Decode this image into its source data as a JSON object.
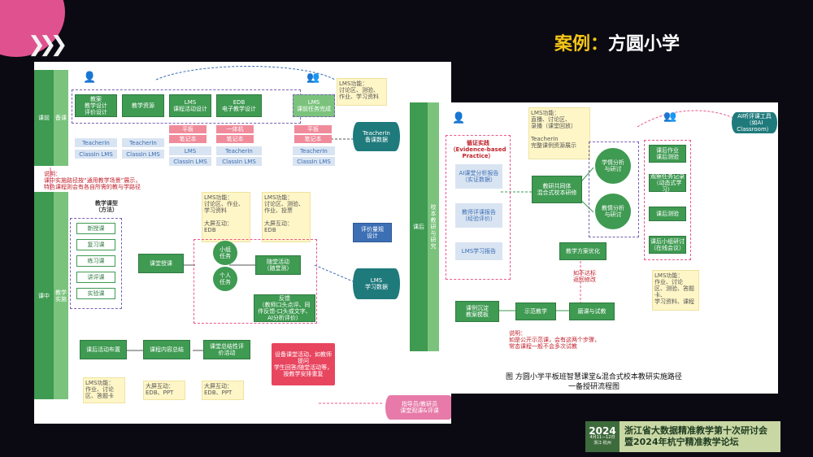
{
  "slide": {
    "title_prefix": "案例：",
    "title_main": "方圆小学"
  },
  "left_diagram": {
    "band_top_label": "课前",
    "band_top_sub": "备课",
    "band_mid_label": "课中",
    "band_mid_sub": "教学实施",
    "top_boxes": [
      "教案\n教学设计\n评价设计",
      "教学资源",
      "LMS\n课程活动设计",
      "EDB\n电子教学设计",
      "LMS\n课前任务完成"
    ],
    "top_note": "LMS功能：\n讨论区、测验、\n作业、学习资料",
    "pink_tags": [
      "平板",
      "笔记本",
      "一体机",
      "笔记本",
      "平板",
      "笔记本"
    ],
    "tool_rows": [
      [
        "TeacherIn",
        "TeacherIn",
        "LMS",
        "TeacherIn",
        "TeacherIn"
      ],
      [
        "ClassIn LMS",
        "ClassIn LMS",
        "ClassIn LMS",
        "ClassIn LMS",
        "ClassIn LMS"
      ]
    ],
    "teacherin_cyl": "TeacherIn\n备课数据",
    "explain": "说明：\n课中实施路径按“通用教学场景”展示，\n特色课程则会有各自所需的教与学路径",
    "lesson_type_title": "教学课型\n（方法）",
    "lesson_types": [
      "新授课",
      "复习课",
      "练习课",
      "讲评课",
      "实验课"
    ],
    "teaching_box": "课堂授课",
    "group_task": "小组\n任务",
    "individual_task": "个人\n任务",
    "quiz_box": "随堂活动\n（随堂测）",
    "feedback_box": "反馈\n（教师口头点评、同\n伴反馈-口头或文字、\nAI分析评价）",
    "note_mid1": "LMS功能：\n讨论区、作业、\n学习资料\n\n大屏互动：\nEDB",
    "note_mid2": "LMS功能：\n讨论区、测验、\n作业、投票\n\n大屏互动：\nEDB",
    "eval_box": "评价量规\n设计",
    "lms_cyl": "LMS\n学习数据",
    "bottom_boxes": [
      "课后活动布置",
      "课程内容总结",
      "课堂总结性评\n价活动"
    ],
    "note_b1": "LMS功能：\n作业、讨论\n区、答题卡",
    "note_b2": "大屏互动：\nEDB、PPT",
    "note_b3": "大屏互动：\nEDB、PPT",
    "red_flag": "设备课堂活动，如教师提问\n学生回答/随堂活动等，\n按教学安排重复",
    "teaching_cyl": "指导员/教研员\n课堂观课&评课"
  },
  "right_diagram": {
    "band_label": "课后",
    "band_sub": "校本教研与研究",
    "evidence_title": "循证实践\n（Evidence-based\nPractice）",
    "reports": [
      "AI课堂分析报告\n（实证数据）",
      "教师评课报告\n（经验评价）",
      "LMS学习报告"
    ],
    "note_top": "LMS功能：\n直播、讨论区、\n录播（课堂回放）\n\nTeacherIn\n完整课例资源展示",
    "research_box": "教研共同体\n混合式校本研修",
    "learn_circle": "学情分析\n与研讨",
    "teach_circle": "教情分析\n与研讨",
    "optimize_box": "教学方案优化",
    "fail_text": "如不达标\n返回修改",
    "bottom_boxes": [
      "课例沉淀\n教案模板",
      "示范教学",
      "磨课与试教"
    ],
    "right_boxes": [
      "课后作业\n课后测验",
      "观察任务记录\n（动态式学习）",
      "课后测验",
      "课后小组研讨\n（在线会议）"
    ],
    "note_right": "LMS功能：\n作业、讨论\n区、测验、答题卡、\n学习资料、课程",
    "note_bottom": "说明：\n如是公开示范课，会有这两个步骤，\n常态课程一般不会多次试教",
    "ai_cyl": "AI听评课工具\n（如AI Classroom）",
    "caption": "图 方圆小学平板班智慧课堂&混合式校本教研实施路径\n一备授研流程图"
  },
  "badge": {
    "year": "2024",
    "dates": "4月11—12日",
    "city": "浙江·杭州",
    "line1": "浙江省大数据精准教学第十次研讨会",
    "line2": "暨2024年杭宁精准教学论坛"
  },
  "icons": [
    "forward-chevrons-icon",
    "teacher-icon",
    "student-group-icon",
    "document-icon"
  ]
}
